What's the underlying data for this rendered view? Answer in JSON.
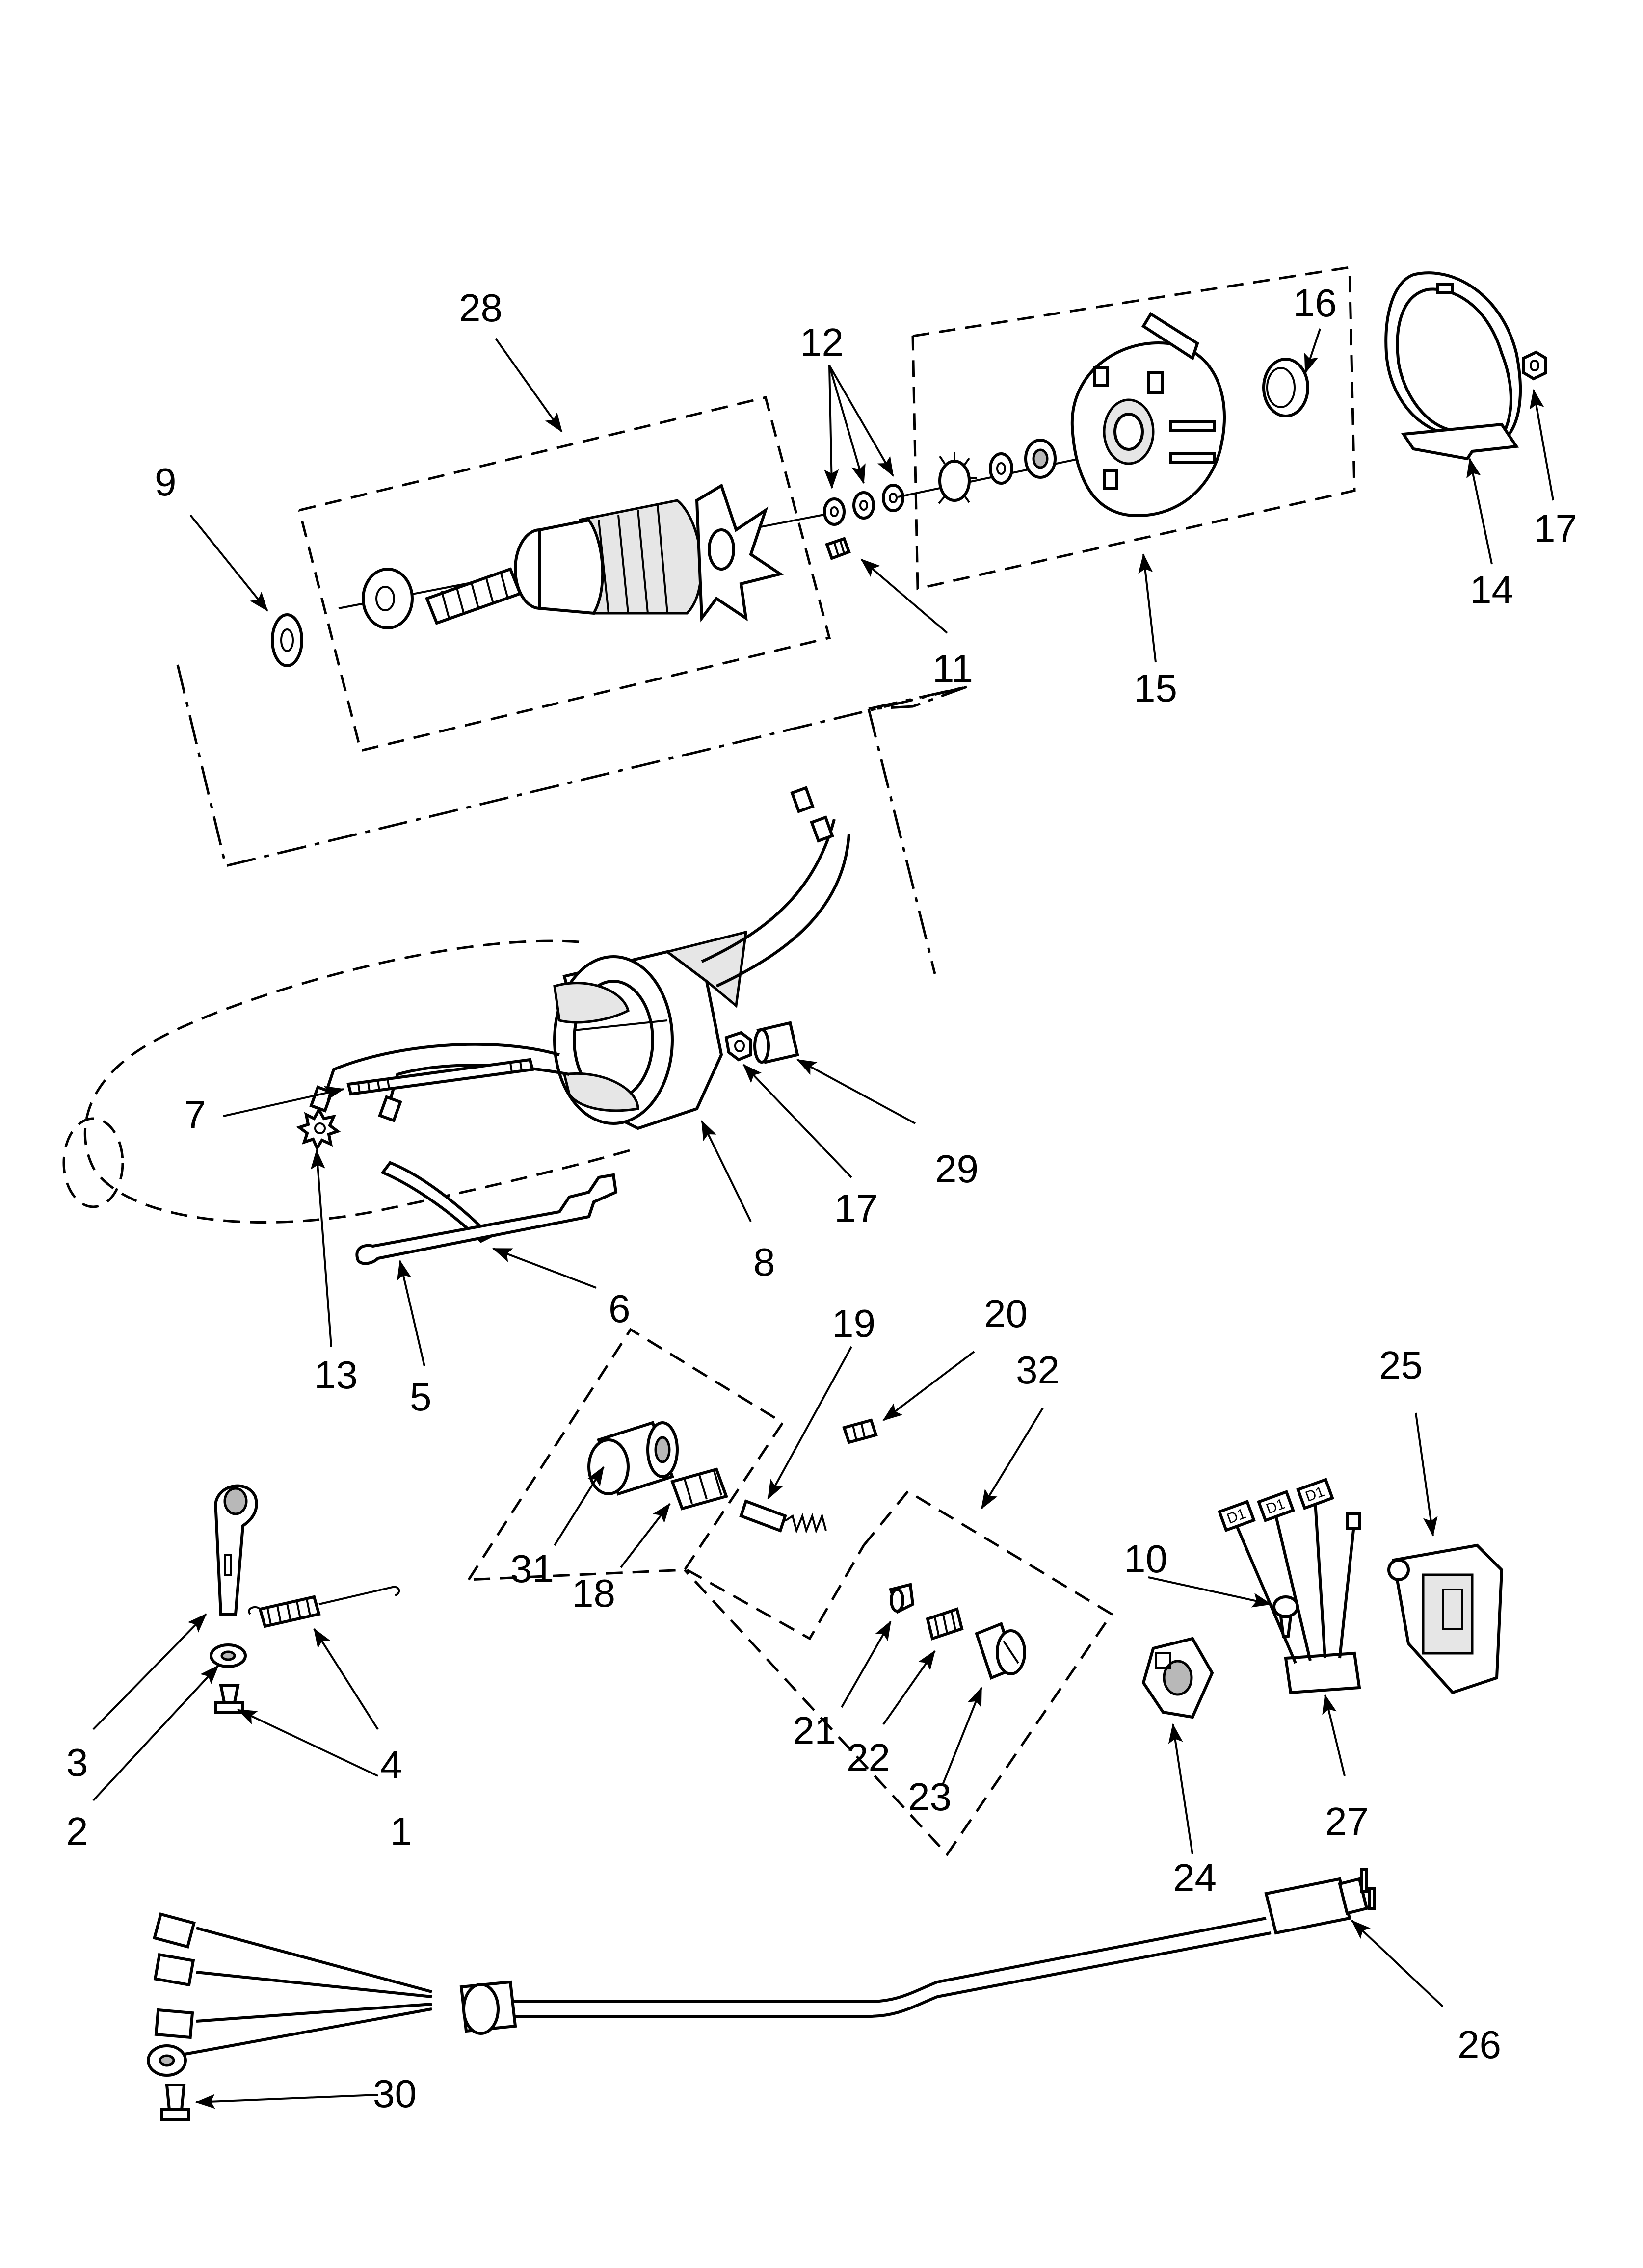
{
  "diagram": {
    "labels": [
      {
        "id": "1",
        "text": "1"
      },
      {
        "id": "2",
        "text": "2"
      },
      {
        "id": "3",
        "text": "3"
      },
      {
        "id": "4",
        "text": "4"
      },
      {
        "id": "5",
        "text": "5"
      },
      {
        "id": "6",
        "text": "6"
      },
      {
        "id": "7",
        "text": "7"
      },
      {
        "id": "8",
        "text": "8"
      },
      {
        "id": "9",
        "text": "9"
      },
      {
        "id": "10",
        "text": "10"
      },
      {
        "id": "11",
        "text": "11"
      },
      {
        "id": "12",
        "text": "12"
      },
      {
        "id": "13",
        "text": "13"
      },
      {
        "id": "14",
        "text": "14"
      },
      {
        "id": "15",
        "text": "15"
      },
      {
        "id": "16",
        "text": "16"
      },
      {
        "id": "17a",
        "text": "17"
      },
      {
        "id": "17b",
        "text": "17"
      },
      {
        "id": "18",
        "text": "18"
      },
      {
        "id": "19",
        "text": "19"
      },
      {
        "id": "20",
        "text": "20"
      },
      {
        "id": "21",
        "text": "21"
      },
      {
        "id": "22",
        "text": "22"
      },
      {
        "id": "23",
        "text": "23"
      },
      {
        "id": "24",
        "text": "24"
      },
      {
        "id": "25",
        "text": "25"
      },
      {
        "id": "26",
        "text": "26"
      },
      {
        "id": "27",
        "text": "27"
      },
      {
        "id": "28",
        "text": "28"
      },
      {
        "id": "29",
        "text": "29"
      },
      {
        "id": "30",
        "text": "30"
      },
      {
        "id": "31",
        "text": "31"
      },
      {
        "id": "32",
        "text": "32"
      }
    ],
    "terminal_marks": [
      "D1",
      "D1",
      "D1"
    ]
  }
}
